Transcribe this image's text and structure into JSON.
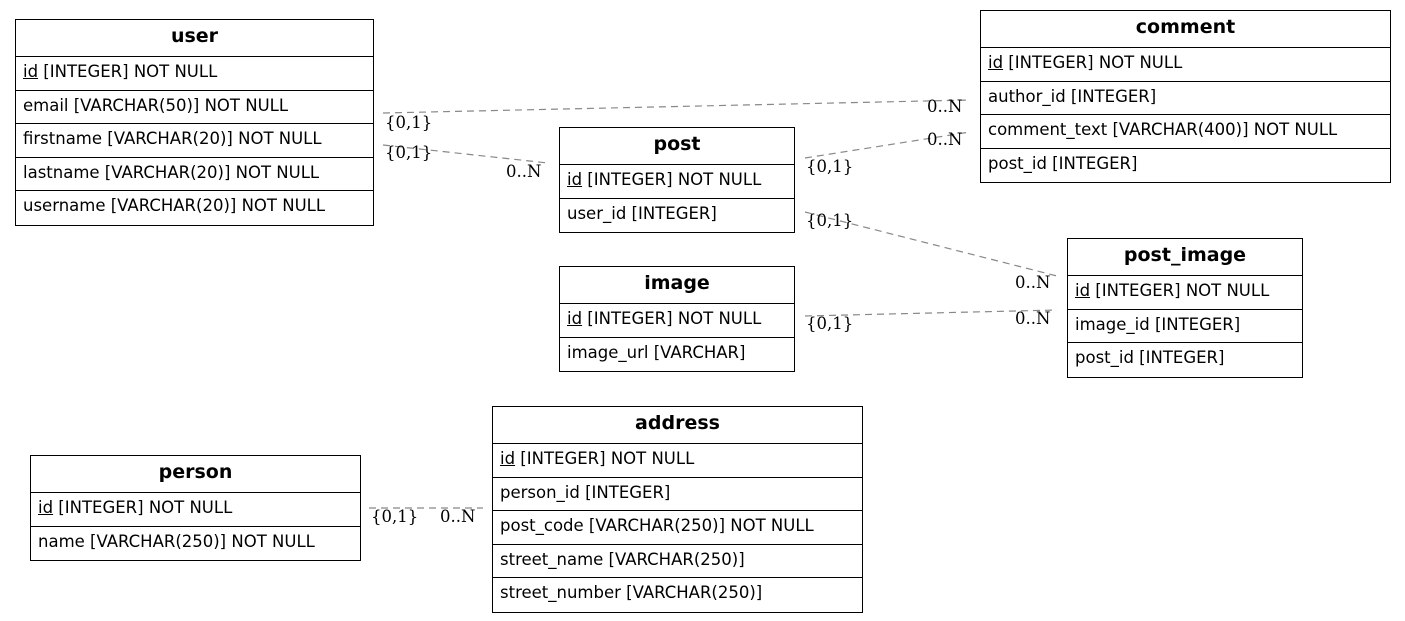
{
  "colors": {
    "edge": "#888888",
    "border": "#000000",
    "background": "#ffffff"
  },
  "entities": {
    "user": {
      "title": "user",
      "columns": [
        {
          "pk": "id",
          "rest": " [INTEGER] NOT NULL"
        },
        {
          "pk": "",
          "rest": "email [VARCHAR(50)] NOT NULL"
        },
        {
          "pk": "",
          "rest": "firstname [VARCHAR(20)] NOT NULL"
        },
        {
          "pk": "",
          "rest": "lastname [VARCHAR(20)] NOT NULL"
        },
        {
          "pk": "",
          "rest": "username [VARCHAR(20)] NOT NULL"
        }
      ]
    },
    "comment": {
      "title": "comment",
      "columns": [
        {
          "pk": "id",
          "rest": " [INTEGER] NOT NULL"
        },
        {
          "pk": "",
          "rest": "author_id [INTEGER]"
        },
        {
          "pk": "",
          "rest": "comment_text [VARCHAR(400)] NOT NULL"
        },
        {
          "pk": "",
          "rest": "post_id [INTEGER]"
        }
      ]
    },
    "post": {
      "title": "post",
      "columns": [
        {
          "pk": "id",
          "rest": " [INTEGER] NOT NULL"
        },
        {
          "pk": "",
          "rest": "user_id [INTEGER]"
        }
      ]
    },
    "post_image": {
      "title": "post_image",
      "columns": [
        {
          "pk": "id",
          "rest": " [INTEGER] NOT NULL"
        },
        {
          "pk": "",
          "rest": "image_id [INTEGER]"
        },
        {
          "pk": "",
          "rest": "post_id [INTEGER]"
        }
      ]
    },
    "image": {
      "title": "image",
      "columns": [
        {
          "pk": "id",
          "rest": " [INTEGER] NOT NULL"
        },
        {
          "pk": "",
          "rest": "image_url [VARCHAR]"
        }
      ]
    },
    "address": {
      "title": "address",
      "columns": [
        {
          "pk": "id",
          "rest": " [INTEGER] NOT NULL"
        },
        {
          "pk": "",
          "rest": "person_id [INTEGER]"
        },
        {
          "pk": "",
          "rest": "post_code [VARCHAR(250)] NOT NULL"
        },
        {
          "pk": "",
          "rest": "street_name [VARCHAR(250)]"
        },
        {
          "pk": "",
          "rest": "street_number [VARCHAR(250)]"
        }
      ]
    },
    "person": {
      "title": "person",
      "columns": [
        {
          "pk": "id",
          "rest": " [INTEGER] NOT NULL"
        },
        {
          "pk": "",
          "rest": "name [VARCHAR(250)] NOT NULL"
        }
      ]
    }
  },
  "relationships": [
    {
      "from": "user",
      "to": "comment",
      "from_card": "{0,1}",
      "to_card": "0..N"
    },
    {
      "from": "user",
      "to": "post",
      "from_card": "{0,1}",
      "to_card": "0..N"
    },
    {
      "from": "post",
      "to": "comment",
      "from_card": "{0,1}",
      "to_card": "0..N"
    },
    {
      "from": "post",
      "to": "post_image",
      "from_card": "{0,1}",
      "to_card": "0..N"
    },
    {
      "from": "image",
      "to": "post_image",
      "from_card": "{0,1}",
      "to_card": "0..N"
    },
    {
      "from": "person",
      "to": "address",
      "from_card": "{0,1}",
      "to_card": "0..N"
    }
  ]
}
